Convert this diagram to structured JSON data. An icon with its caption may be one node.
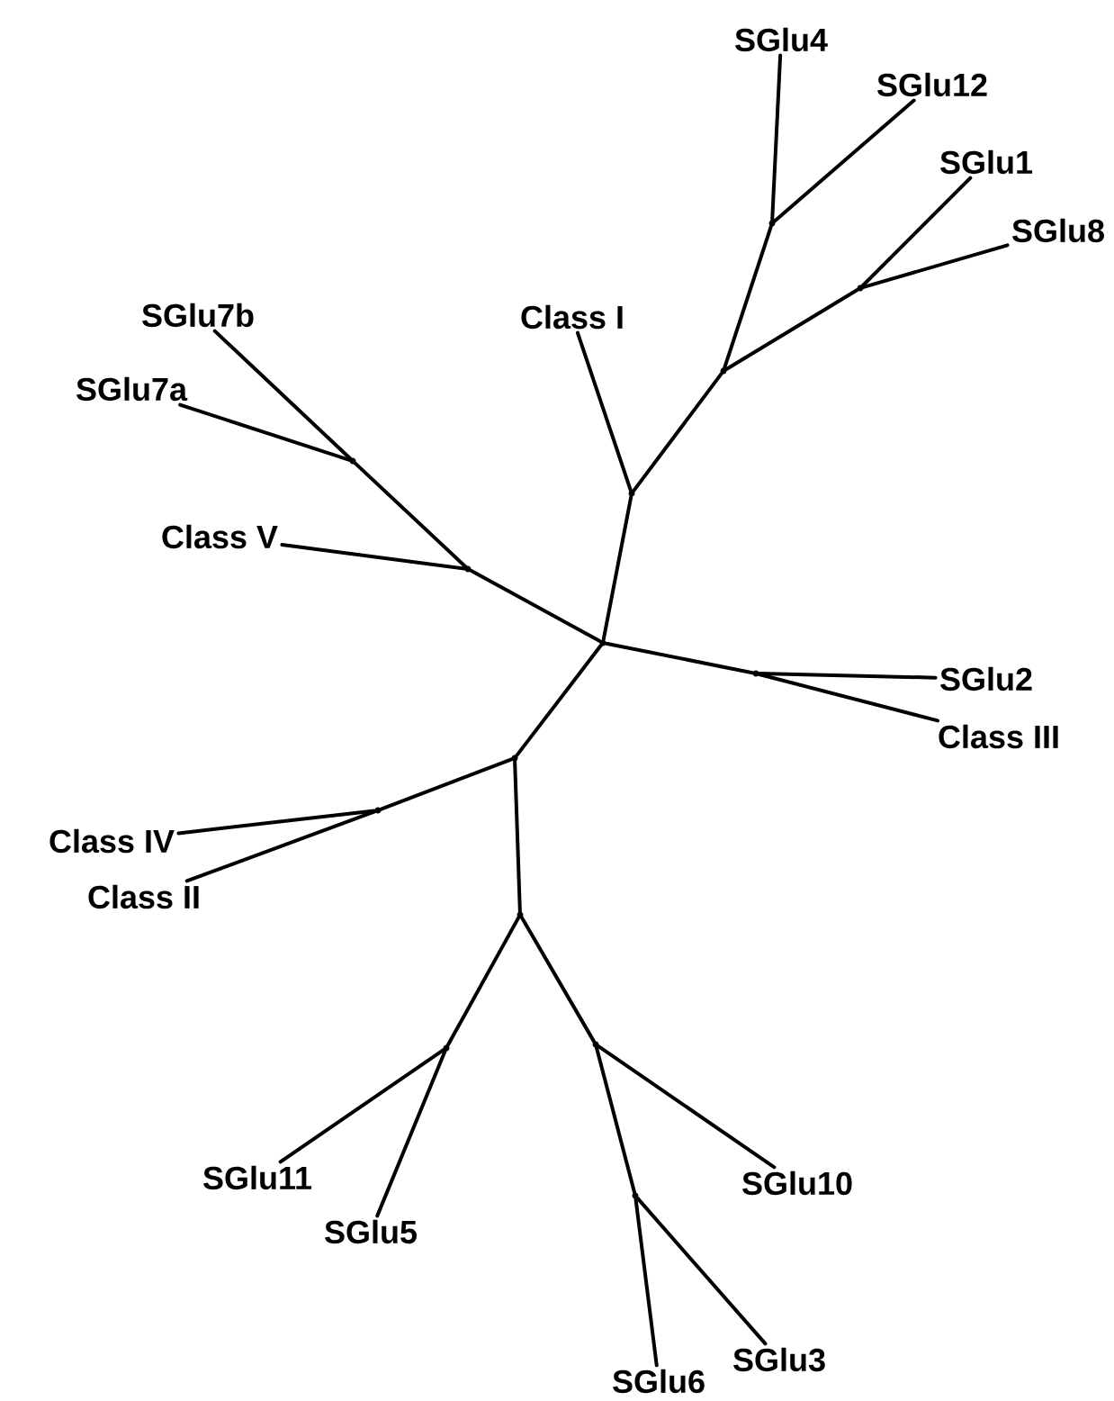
{
  "diagram": {
    "nodes": [
      {
        "text": [
          "SGlu4"
        ]
      },
      {
        "text": [
          "SGlu12"
        ]
      },
      {
        "text": [
          "SGlu1"
        ]
      },
      {
        "text": [
          "SGlu8"
        ]
      },
      {
        "text": [
          "SGlu7b"
        ]
      },
      {
        "text": [
          "Class I"
        ]
      },
      {
        "text": [
          "SGlu7a"
        ]
      },
      {
        "text": [
          "Class V"
        ]
      },
      {
        "text": [
          "SGlu2"
        ]
      },
      {
        "text": [
          "Class III"
        ]
      },
      {
        "text": [
          "Class IV"
        ]
      },
      {
        "text": [
          "Class II"
        ]
      },
      {
        "text": [
          "SGlu11"
        ]
      },
      {
        "text": [
          "SGlu10"
        ]
      },
      {
        "text": [
          "SGlu5"
        ]
      },
      {
        "text": [
          "SGlu3"
        ]
      },
      {
        "text": [
          "SGlu6"
        ]
      },
      {
        "text": [],
        "shape": "point"
      },
      {
        "text": [],
        "shape": "point"
      },
      {
        "text": [],
        "shape": "point"
      },
      {
        "text": [],
        "shape": "point"
      },
      {
        "text": [],
        "shape": "point"
      },
      {
        "text": [],
        "shape": "point"
      },
      {
        "text": [],
        "shape": "point"
      },
      {
        "text": [],
        "shape": "point"
      },
      {
        "text": [],
        "shape": "point"
      },
      {
        "text": [],
        "shape": "point"
      },
      {
        "text": [],
        "shape": "point"
      },
      {
        "text": [],
        "shape": "point"
      },
      {
        "text": [],
        "shape": "point"
      },
      {
        "text": [],
        "shape": "point"
      }
    ],
    "edges": [
      {
        "from": 17,
        "to": 18,
        "arrow": "none"
      },
      {
        "from": 18,
        "to": 5,
        "arrow": "none"
      },
      {
        "from": 18,
        "to": 19,
        "arrow": "none"
      },
      {
        "from": 19,
        "to": 20,
        "arrow": "none"
      },
      {
        "from": 20,
        "to": 0,
        "arrow": "none"
      },
      {
        "from": 20,
        "to": 1,
        "arrow": "none"
      },
      {
        "from": 19,
        "to": 21,
        "arrow": "none"
      },
      {
        "from": 21,
        "to": 2,
        "arrow": "none"
      },
      {
        "from": 21,
        "to": 3,
        "arrow": "none"
      },
      {
        "from": 17,
        "to": 22,
        "arrow": "none"
      },
      {
        "from": 22,
        "to": 7,
        "arrow": "none"
      },
      {
        "from": 22,
        "to": 23,
        "arrow": "none"
      },
      {
        "from": 23,
        "to": 4,
        "arrow": "none"
      },
      {
        "from": 23,
        "to": 6,
        "arrow": "none"
      },
      {
        "from": 17,
        "to": 24,
        "arrow": "none"
      },
      {
        "from": 24,
        "to": 8,
        "arrow": "none"
      },
      {
        "from": 24,
        "to": 9,
        "arrow": "none"
      },
      {
        "from": 17,
        "to": 25,
        "arrow": "none"
      },
      {
        "from": 25,
        "to": 26,
        "arrow": "none"
      },
      {
        "from": 26,
        "to": 10,
        "arrow": "none"
      },
      {
        "from": 26,
        "to": 11,
        "arrow": "none"
      },
      {
        "from": 25,
        "to": 27,
        "arrow": "none"
      },
      {
        "from": 27,
        "to": 28,
        "arrow": "none"
      },
      {
        "from": 28,
        "to": 12,
        "arrow": "none"
      },
      {
        "from": 28,
        "to": 14,
        "arrow": "none"
      },
      {
        "from": 27,
        "to": 29,
        "arrow": "none"
      },
      {
        "from": 29,
        "to": 13,
        "arrow": "none"
      },
      {
        "from": 29,
        "to": 30,
        "arrow": "none"
      },
      {
        "from": 30,
        "to": 15,
        "arrow": "none"
      },
      {
        "from": 30,
        "to": 16,
        "arrow": "none"
      }
    ]
  }
}
